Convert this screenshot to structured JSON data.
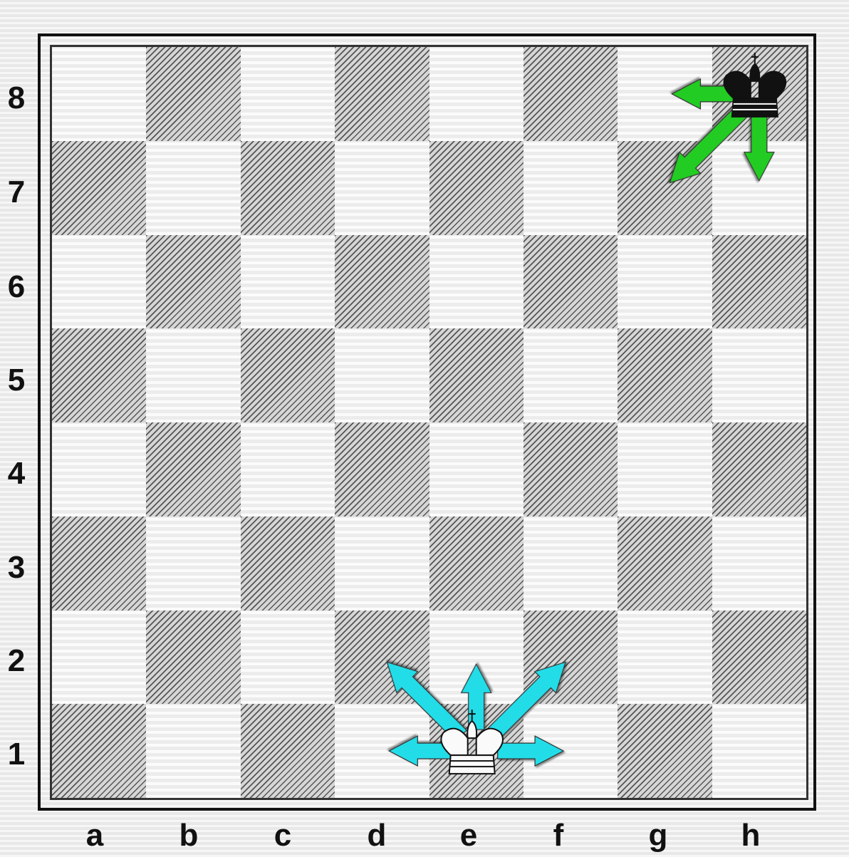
{
  "board": {
    "ranks": [
      "8",
      "7",
      "6",
      "5",
      "4",
      "3",
      "2",
      "1"
    ],
    "files": [
      "a",
      "b",
      "c",
      "d",
      "e",
      "f",
      "g",
      "h"
    ]
  },
  "pieces": [
    {
      "piece": "king",
      "color": "black",
      "square": "h8"
    },
    {
      "piece": "king",
      "color": "white",
      "square": "e1"
    }
  ],
  "move_arrows": [
    {
      "from": "h8",
      "to": "g8",
      "color": "#22cc22"
    },
    {
      "from": "h8",
      "to": "g7",
      "color": "#22cc22"
    },
    {
      "from": "h8",
      "to": "h7",
      "color": "#22cc22"
    },
    {
      "from": "e1",
      "to": "d1",
      "color": "#22dde8"
    },
    {
      "from": "e1",
      "to": "d2",
      "color": "#22dde8"
    },
    {
      "from": "e1",
      "to": "e2",
      "color": "#22dde8"
    },
    {
      "from": "e1",
      "to": "f2",
      "color": "#22dde8"
    },
    {
      "from": "e1",
      "to": "f1",
      "color": "#22dde8"
    }
  ],
  "colors": {
    "dark_square_hatch": "#555555",
    "light_square": "#f2f2f2",
    "frame": "#111111",
    "black_king_arrows": "#22cc22",
    "white_king_arrows": "#22dde8"
  }
}
